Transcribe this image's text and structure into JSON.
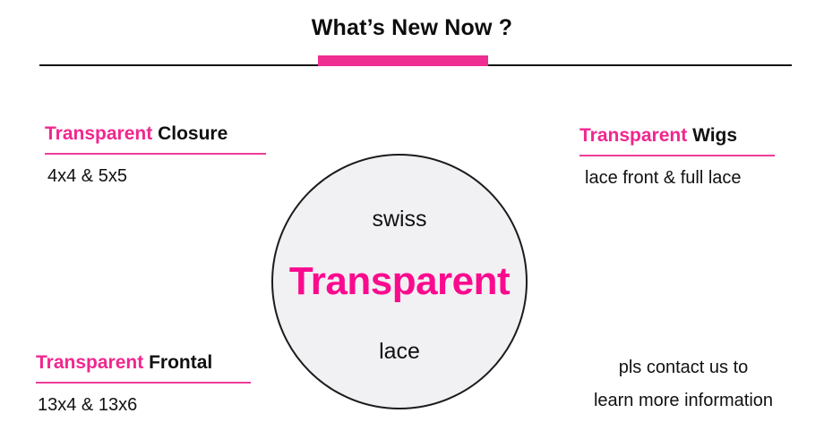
{
  "header": {
    "title": "What’s New Now ?",
    "accent_color": "#ee2e90",
    "rule_color": "#111111"
  },
  "palette": {
    "pink": "#f2268f",
    "pink_bar": "#ee2e90",
    "pink_underline": "#ee3d99",
    "magenta_text": "#fb0a8e",
    "text": "#111111",
    "circle_fill": "#f1f0f3",
    "circle_stroke": "#1b1b1b",
    "background": "#ffffff"
  },
  "blocks": {
    "closure": {
      "highlight": "Transparent",
      "word": "Closure",
      "sub": "4x4 & 5x5"
    },
    "wigs": {
      "highlight": "Transparent",
      "word": "Wigs",
      "sub": "lace front & full lace"
    },
    "frontal": {
      "highlight": "Transparent",
      "word": "Frontal",
      "sub": "13x4 & 13x6"
    },
    "contact": {
      "line1": "pls contact us to",
      "line2": "learn more information"
    }
  },
  "circle": {
    "top_word": "swiss",
    "main_word": "Transparent",
    "bottom_word": "lace"
  }
}
